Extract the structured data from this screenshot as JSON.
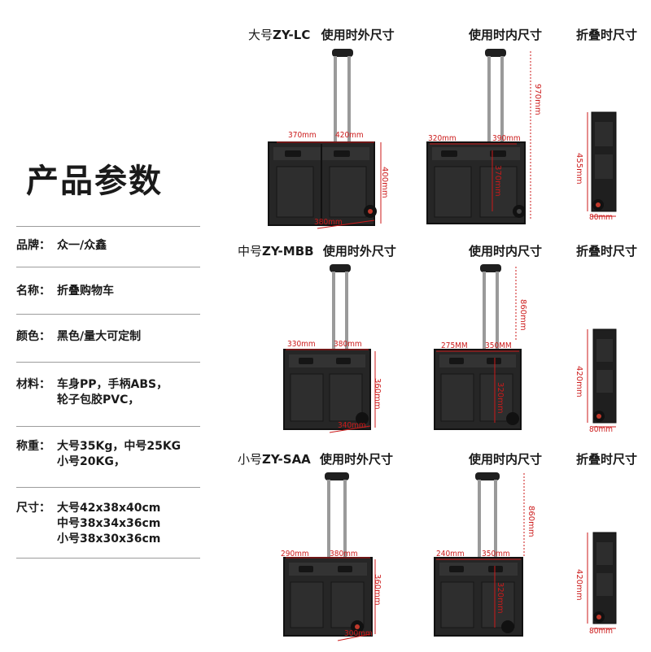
{
  "title": "产品参数",
  "specs": [
    {
      "key": "品牌：",
      "value": "众一/众鑫"
    },
    {
      "key": "名称：",
      "value": "折叠购物车"
    },
    {
      "key": "颜色：",
      "value": "黑色/量大可定制"
    },
    {
      "key": "材料：",
      "value": "车身PP，手柄ABS，\n轮子包胶PVC，"
    },
    {
      "key": "称重：",
      "value": "大号35Kg，中号25KG\n小号20KG，"
    },
    {
      "key": "尺寸：",
      "value": "大号42x38x40cm\n中号38x34x36cm\n小号38x30x36cm"
    }
  ],
  "column_headers": {
    "outer": "使用时外尺寸",
    "inner": "使用时内尺寸",
    "folded": "折叠时尺寸"
  },
  "models": [
    {
      "prefix": "大号",
      "code": "ZY-LC",
      "outer": {
        "w": "370mm",
        "l": "420mm",
        "h": "400mm",
        "d": "380mm"
      },
      "inner": {
        "w": "320mm",
        "l": "390mm",
        "h": "970mm",
        "d": "370mm"
      },
      "folded": {
        "h": "455mm",
        "w": "80mm"
      }
    },
    {
      "prefix": "中号",
      "code": "ZY-MBB",
      "outer": {
        "w": "330mm",
        "l": "380mm",
        "h": "360mm",
        "d": "340mm"
      },
      "inner": {
        "w": "275MM",
        "l": "350MM",
        "h": "860mm",
        "d": "320mm"
      },
      "folded": {
        "h": "420mm",
        "w": "80mm"
      }
    },
    {
      "prefix": "小号",
      "code": "ZY-SAA",
      "outer": {
        "w": "290mm",
        "l": "380mm",
        "h": "360mm",
        "d": "300mm"
      },
      "inner": {
        "w": "240mm",
        "l": "350mm",
        "h": "860mm",
        "d": "320mm"
      },
      "folded": {
        "h": "420mm",
        "w": "80mm"
      }
    }
  ],
  "colors": {
    "dimension": "#cc1a1a",
    "cart_body": "#1f1f1f",
    "handle": "#9a9a9a",
    "divider": "#9c9c9c"
  }
}
